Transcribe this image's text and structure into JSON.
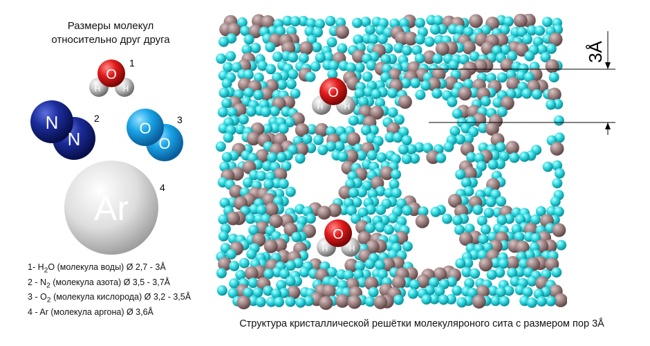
{
  "heading": {
    "line1": "Размеры молекул",
    "line2": "относительно друг друга"
  },
  "molecules": [
    {
      "num": "1",
      "atoms": [
        "O",
        "H",
        "H"
      ]
    },
    {
      "num": "2",
      "atoms": [
        "N",
        "N"
      ]
    },
    {
      "num": "3",
      "atoms": [
        "O",
        "O"
      ]
    },
    {
      "num": "4",
      "atoms": [
        "Ar"
      ]
    }
  ],
  "legend": [
    {
      "prefix": "1- H",
      "sub": "2",
      "rest": "O (молекула воды) Ø 2,7 - 3Å"
    },
    {
      "prefix": "2 - N",
      "sub": "2",
      "rest": " (молекула азота) Ø 3,5 - 3,7Å"
    },
    {
      "prefix": "3 - O",
      "sub": "2",
      "rest": " (молекула кислорода) Ø 3,2 - 3,5Å"
    },
    {
      "prefix": "4 - Ar",
      "sub": "",
      "rest": " (молекула аргона) Ø 3,6Å"
    }
  ],
  "dimension_label": "3Å",
  "caption": "Структура кристаллической решётки молекуляроного сита с размером пор 3Å",
  "colors": {
    "lattice_oxygen": "#2fd8e0",
    "lattice_silicon": "#a08484",
    "nitrogen": "#1b2c9a",
    "oxygen_molecule": "#1aa5e8",
    "water_oxygen": "#d8141a",
    "hydrogen": "#d0d0d0",
    "argon": "#dcdcdc"
  }
}
